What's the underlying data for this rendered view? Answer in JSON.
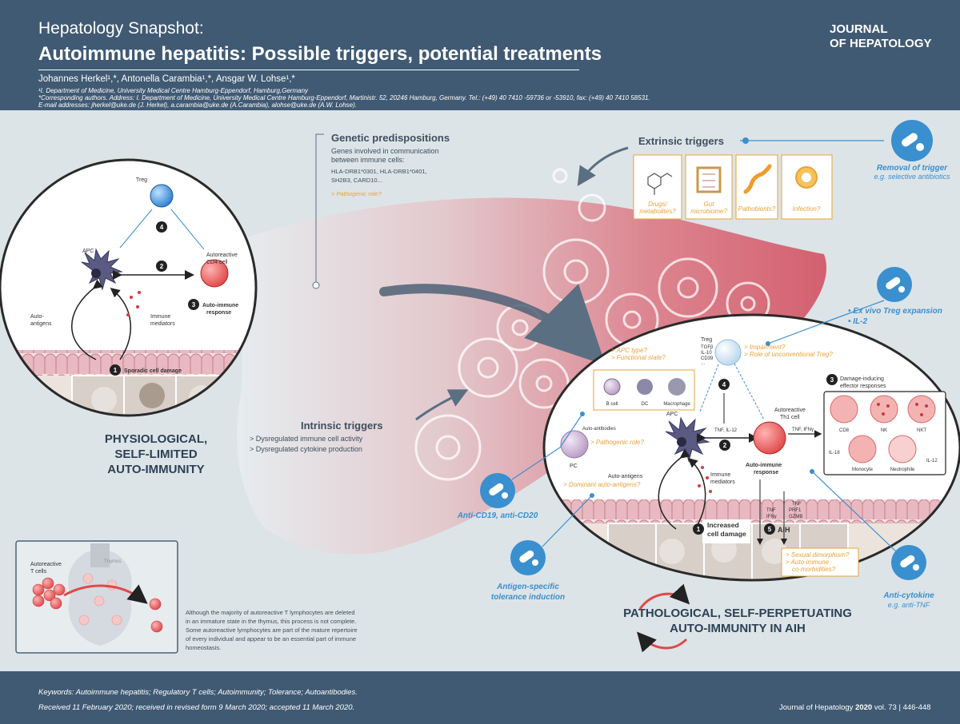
{
  "header": {
    "snapshot": "Hepatology Snapshot:",
    "title": "Autoimmune hepatitis: Possible triggers, potential treatments",
    "authors": "Johannes Herkel¹,*, Antonella Carambia¹,*, Ansgar W. Lohse¹,*",
    "affiliation": "¹I. Department of Medicine, University Medical Centre Hamburg-Eppendorf, Hamburg,Germany",
    "corresponding": "*Corresponding authors. Address: I. Department of Medicine, University Medical Centre Hamburg-Eppendorf, Martinistr. 52, 20246 Hamburg, Germany. Tel.: (+49) 40 7410 -59736 or -53910, fax: (+49) 40 7410 58531.",
    "email": "E-mail addresses: jherkel@uke.de (J. Herkel), a.carambia@uke.de (A.Carambia), alohse@uke.de (A.W. Lohse).",
    "journal_line1": "JOURNAL",
    "journal_line2": "OF HEPATOLOGY"
  },
  "genetic": {
    "title": "Genetic predispositions",
    "line1": "Genes involved in communication",
    "line2": "between immune cells:",
    "genes1": "HLA-DRB1*0301, HLA-DRB1*0401,",
    "genes2": "SH2B3, CARD10...",
    "question": "> Pathogenic role?"
  },
  "extrinsic": {
    "title": "Extrinsic triggers",
    "boxes": [
      {
        "line1": "Drugs/",
        "line2": "metabolites?",
        "icon": "drug-molecule-icon"
      },
      {
        "line1": "Gut",
        "line2": "microbiome?",
        "icon": "gut-icon"
      },
      {
        "line1": "Pathobionts?",
        "line2": "",
        "icon": "bacteria-icon"
      },
      {
        "line1": "Infection?",
        "line2": "",
        "icon": "virus-icon"
      }
    ]
  },
  "intrinsic": {
    "title": "Intrinsic triggers",
    "item1": "> Dysregulated immune cell activity",
    "item2": "> Dysregulated cytokine production"
  },
  "physiological": {
    "treg": "Treg",
    "apc": "APC",
    "autoreactive1": "Autoreactive",
    "autoreactive2": "CD4 cell",
    "response1": "Auto-immune",
    "response2": "response",
    "autoantigens1": "Auto-",
    "autoantigens2": "antigens",
    "mediators1": "Immune",
    "mediators2": "mediators",
    "damage": "Sporadic cell damage",
    "heading1": "PHYSIOLOGICAL,",
    "heading2": "SELF-LIMITED",
    "heading3": "AUTO-IMMUNITY",
    "numbers": [
      "1",
      "2",
      "3",
      "4"
    ]
  },
  "thymus": {
    "label1": "Autoreactive",
    "label2": "T cells",
    "thymus": "Thymus",
    "caption1": "Although the majority of autoreactive T lymphocytes are deleted",
    "caption2": "in an immature state in the thymus, this process is not complete.",
    "caption3": "Some autoreactive lymphocytes are part of the mature repertoire",
    "caption4": "of every individual and appear to be an essential part of immune",
    "caption5": "homeostasis."
  },
  "pathological": {
    "treg": "Treg",
    "treg_cytokines": [
      "TGFβ",
      "IL-10",
      "CD39",
      "..."
    ],
    "treg_q1": "> Impairment?",
    "treg_q2": "> Role of unconventional Treg?",
    "apc_q1": "> APC type?",
    "apc_q2": "> Functional state?",
    "bcell": "B cell",
    "dc": "DC",
    "macrophage": "Macrophage",
    "autoantibodies": "Auto-antibodies",
    "pathogenic": "> Pathogenic role?",
    "pc": "PC",
    "autoantigens": "Auto-antigens",
    "dominant": "> Dominant auto-antigens?",
    "apc": "APC",
    "tnf_il12": "TNF, IL-12",
    "th1_1": "Autoreactive",
    "th1_2": "Th1 cell",
    "tnf_ifn": "TNF, IFNγ",
    "response1": "Auto-immune",
    "response2": "response",
    "mediators1": "Immune",
    "mediators2": "mediators",
    "effector1": "Damage-inducing",
    "effector2": "effector responses",
    "cells": [
      "CD8",
      "NK",
      "NKT",
      "Monocyte",
      "Neutrophile"
    ],
    "il18": "IL-18",
    "il12": "IL-12",
    "tnf2": "TNF",
    "ifn2": "IFNγ",
    "tnf3": "TNF",
    "prf1": "PRF1",
    "gzmb": "GZMB",
    "damage1": "Increased",
    "damage2": "cell damage",
    "aih": "AIH",
    "aih_q1": "> Sexual dimorphism?",
    "aih_q2": "> Auto-immune",
    "aih_q3": "co-morbidities?",
    "heading1": "PATHOLOGICAL, SELF-PERPETUATING",
    "heading2": "AUTO-IMMUNITY IN AIH",
    "numbers": [
      "1",
      "2",
      "3",
      "4",
      "5"
    ]
  },
  "treatments": {
    "trigger1": "Removal of trigger",
    "trigger2": "e.g. selective antibiotics",
    "treg1": "• Ex vivo Treg expansion",
    "treg2": "• IL-2",
    "cd19": "Anti-CD19, anti-CD20",
    "antigen1": "Antigen-specific",
    "antigen2": "tolerance induction",
    "cytokine1": "Anti-cytokine",
    "cytokine2": "e.g. anti-TNF"
  },
  "footer": {
    "keywords": "Keywords: Autoimmune hepatitis; Regulatory T cells; Autoimmunity; Tolerance; Autoantibodies.",
    "received": "Received  11 February 2020; received in revised form 9 March 2020; accepted  11 March 2020.",
    "cite_journal": "Journal of Hepatology ",
    "cite_year": "2020",
    "cite_rest": "  vol. 73 | 446-448"
  },
  "colors": {
    "header": "#405a73",
    "accent_blue": "#3a8fcf",
    "accent_orange": "#e8a23a",
    "liver": "#d86a78"
  }
}
